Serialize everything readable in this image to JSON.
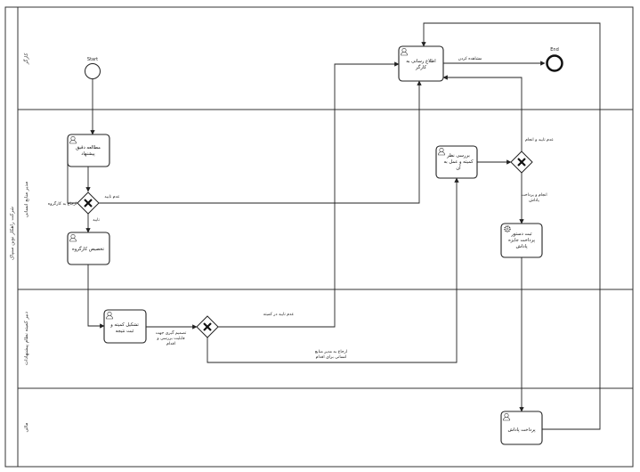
{
  "pool": {
    "label": "شرکت راهکار نوین سنپاک"
  },
  "lanes": [
    {
      "id": "worker",
      "label": "کارگر"
    },
    {
      "id": "hr",
      "label": "مدیر منابع انسانی"
    },
    {
      "id": "committee",
      "label": "دبیر کمیته نظام پیشنهادات"
    },
    {
      "id": "finance",
      "label": "مالی"
    }
  ],
  "events": {
    "start": "Start",
    "end": "End"
  },
  "tasks": {
    "study": [
      "مطالعه دقیق",
      "پیشنهاد"
    ],
    "assign": [
      "تخصیص کارگروه"
    ],
    "committee": [
      "تشکیل کمیته و",
      "ثبت نتیجه"
    ],
    "notify": [
      "اطلاع رسانی به",
      "کارگر"
    ],
    "review": [
      "بررسی نظر",
      "کمیته و عمل به",
      "آن"
    ],
    "register": [
      "ثبت دستور",
      "پرداخت جایزه",
      "پاداش"
    ],
    "pay": [
      "پرداخت پاداش"
    ]
  },
  "flow_labels": {
    "reject_hr": "عدم تایید",
    "return_group": "ارجاع به کارگروه",
    "approve": "تایید",
    "reject_committee": "عدم تایید در کمیته",
    "decision": [
      "تصمیم گیری جهت",
      "قابلیت بررسی و",
      "اقدام"
    ],
    "refer_hr": [
      "ارجاع به مدیر منابع",
      "انسانی برای اقدام"
    ],
    "view": "مشاهده کردن",
    "reject_and_execute": "عدم تایید و انجام",
    "execute_and_pay": [
      "انجام و پرداخت",
      "پاداش"
    ]
  }
}
